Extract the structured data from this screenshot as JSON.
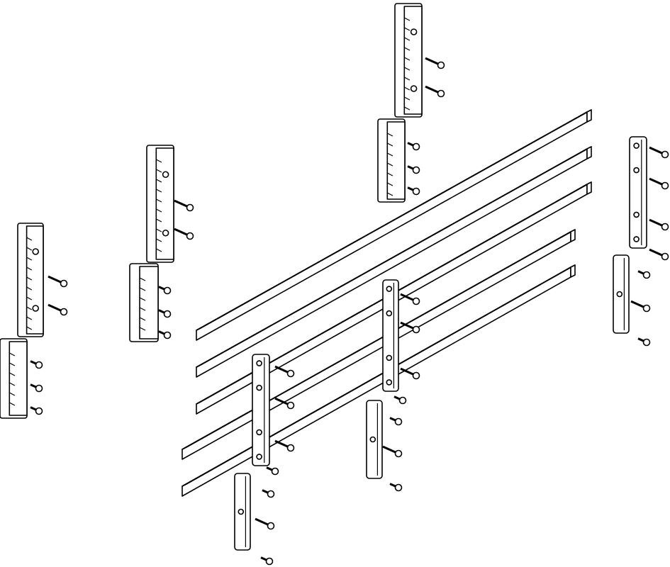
{
  "colors": {
    "line": "#000000",
    "fill": "#ffffff",
    "shade": "#d9d9d9"
  },
  "parts": {
    "busbars": 5,
    "clamp_holders": 3,
    "clamp_bases": 3,
    "support_straps": 3,
    "strap_connectors": 3
  }
}
